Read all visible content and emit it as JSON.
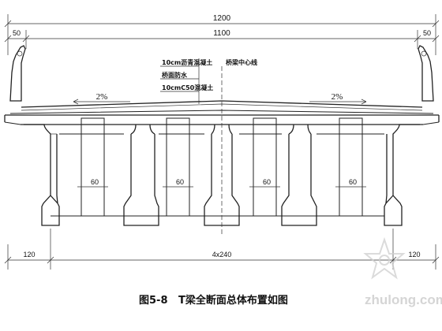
{
  "dimensions": {
    "overall_width": "1200",
    "clear_width": "1100",
    "left_edge": "50",
    "right_edge": "50",
    "bottom_left": "120",
    "bottom_spans": "4x240",
    "bottom_right": "120",
    "diaphragm_width": "60"
  },
  "slopes": {
    "left": "2%",
    "right": "2%"
  },
  "layer_labels": {
    "asphalt": "10cm沥青混凝土",
    "waterproof": "桥面防水",
    "concrete": "10cmC50混凝土",
    "centerline": "桥梁中心线"
  },
  "caption": {
    "figure_number": "图5-8",
    "title": "T梁全断面总体布置如图"
  },
  "watermark": {
    "text": "zhulong.com"
  },
  "colors": {
    "line": "#222222",
    "hatch": "#333333",
    "watermark": "#c8c8c8"
  }
}
